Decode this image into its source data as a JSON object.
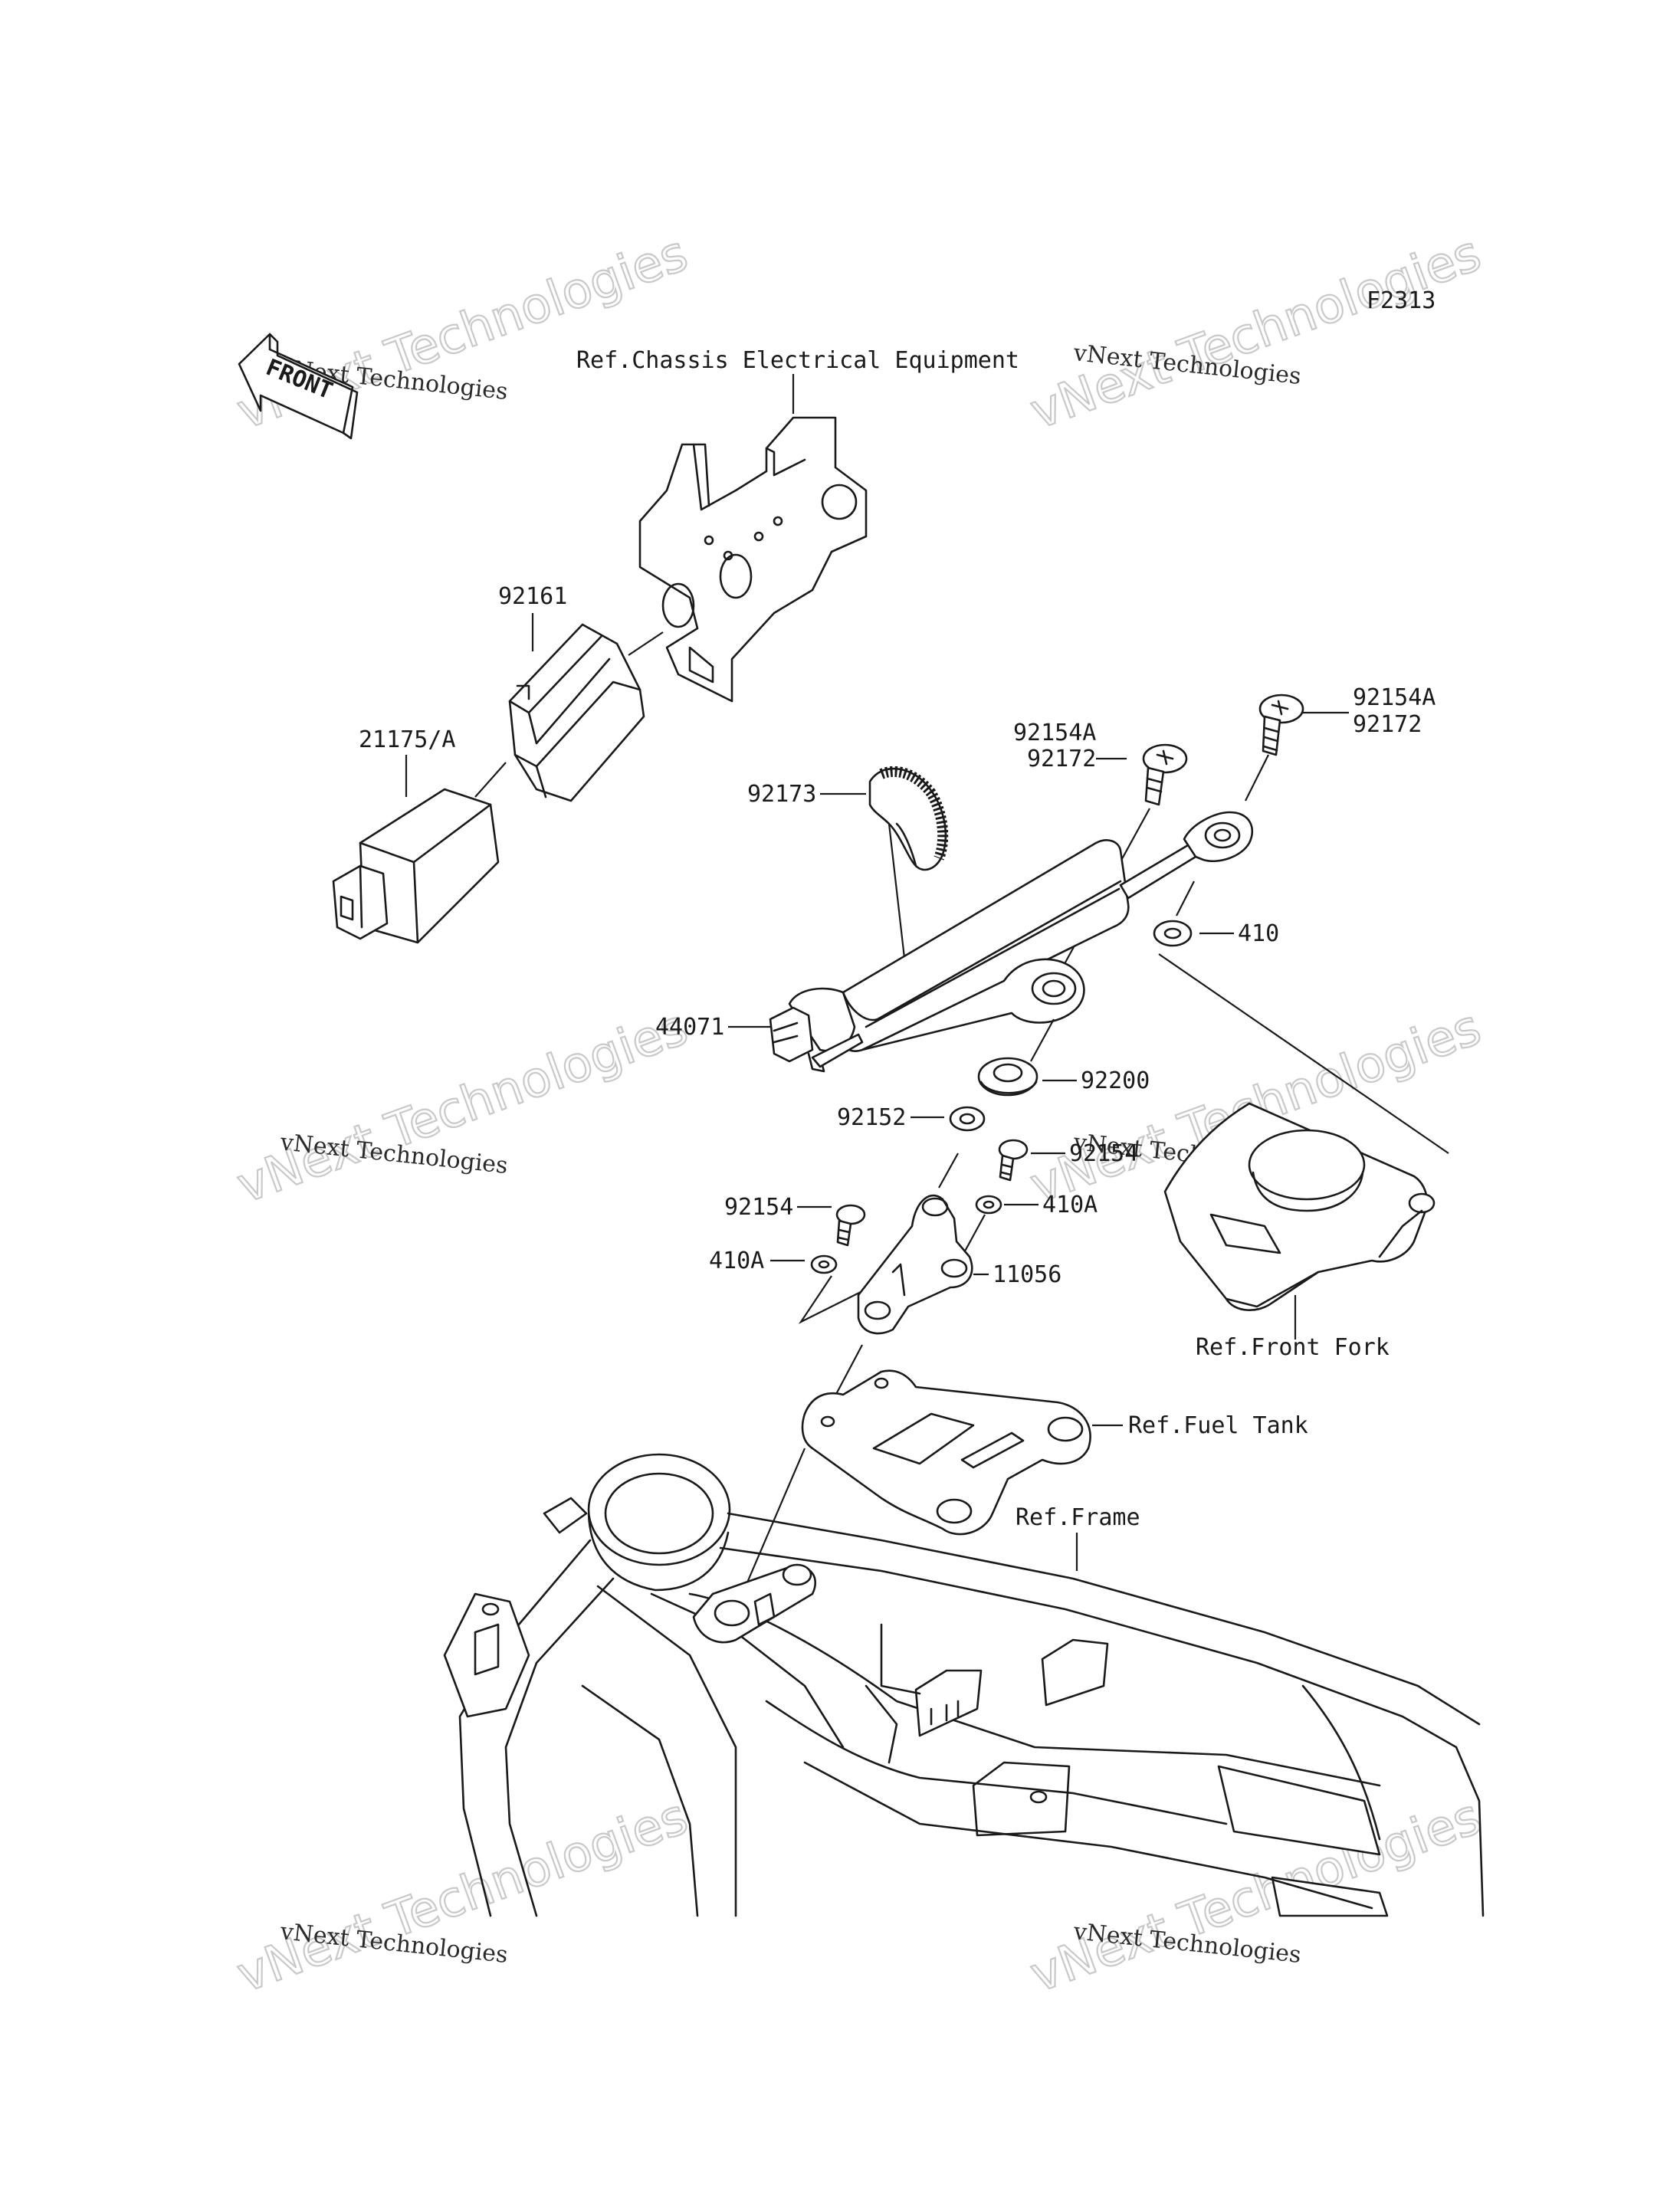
{
  "figure_code": "F2313",
  "front_arrow_label": "FRONT",
  "watermark": {
    "big": "vNext Technologies",
    "small": "vNext Technologies"
  },
  "labels": {
    "ref_chassis": "Ref.Chassis Electrical Equipment",
    "p92161": "92161",
    "p21175A": "21175/A",
    "p92154A_right": "92154A",
    "p92172_right": "92172",
    "p92154A_mid": "92154A",
    "p92172_mid": "92172",
    "p92173": "92173",
    "p410": "410",
    "p44071": "44071",
    "p92200": "92200",
    "p92152": "92152",
    "p92154_right": "92154",
    "p410A_right": "410A",
    "p92154_left": "92154",
    "p410A_left": "410A",
    "p11056": "11056",
    "ref_front_fork": "Ref.Front Fork",
    "ref_fuel_tank": "Ref.Fuel Tank",
    "ref_frame": "Ref.Frame"
  }
}
